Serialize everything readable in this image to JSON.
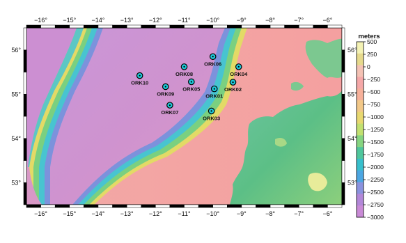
{
  "map": {
    "lon_range": [
      -16.5,
      -5.5
    ],
    "lat_range": [
      52.5,
      56.5
    ],
    "lon_ticks": [
      -16,
      -15,
      -14,
      -13,
      -12,
      -11,
      -10,
      -9,
      -8,
      -7,
      -6
    ],
    "lat_ticks": [
      56,
      55,
      54,
      53
    ],
    "lon_tick_labels": [
      "−16°",
      "−15°",
      "−14°",
      "−13°",
      "−12°",
      "−11°",
      "−10°",
      "−9°",
      "−8°",
      "−7°",
      "−6°"
    ],
    "lat_tick_labels": [
      "56°",
      "55°",
      "54°",
      "53°"
    ],
    "stations": [
      {
        "name": "ORK06",
        "lon": -10.0,
        "lat": 55.85
      },
      {
        "name": "ORK08",
        "lon": -11.0,
        "lat": 55.62
      },
      {
        "name": "ORK04",
        "lon": -9.1,
        "lat": 55.62
      },
      {
        "name": "ORK10",
        "lon": -12.55,
        "lat": 55.42
      },
      {
        "name": "ORK05",
        "lon": -10.75,
        "lat": 55.28
      },
      {
        "name": "ORK02",
        "lon": -9.3,
        "lat": 55.27
      },
      {
        "name": "ORK09",
        "lon": -11.65,
        "lat": 55.17
      },
      {
        "name": "ORK01",
        "lon": -9.95,
        "lat": 55.12
      },
      {
        "name": "ORK07",
        "lon": -11.5,
        "lat": 54.75
      },
      {
        "name": "ORK03",
        "lon": -10.05,
        "lat": 54.62
      }
    ],
    "colors": {
      "deep": "#c58ad4",
      "abyssal": "#d98fc8",
      "slope_cyan": "#4fd0d8",
      "slope_yellow": "#e8e060",
      "shelf": "#f4a3a3",
      "land_green": "#5cc08a",
      "land_high": "#f0f0a0"
    }
  },
  "colorbar": {
    "title": "meters",
    "labels": [
      "500",
      "250",
      "0",
      "−250",
      "−500",
      "−750",
      "−1000",
      "−1250",
      "−1500",
      "−1750",
      "−2000",
      "−2250",
      "−2500",
      "−2750",
      "−3000"
    ],
    "colors": [
      "#f4f2b4",
      "#e6d98c",
      "#f4c2b4",
      "#f5a8a8",
      "#f6b09a",
      "#f2c888",
      "#e8d870",
      "#c2e070",
      "#86d480",
      "#4fc69c",
      "#38bfcc",
      "#4ca6e2",
      "#8a92de",
      "#b287d8",
      "#c98ad6"
    ]
  }
}
